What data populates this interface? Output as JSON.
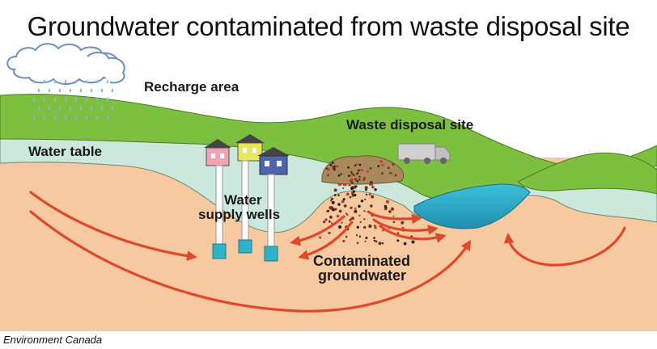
{
  "title": "Groundwater contaminated from waste disposal site",
  "labels": {
    "recharge_area": "Recharge area",
    "waste_disposal_site": "Waste disposal site",
    "water_table": "Water table",
    "water_supply_wells_line1": "Water",
    "water_supply_wells_line2": "supply wells",
    "contaminated_line1": "Contaminated",
    "contaminated_line2": "groundwater"
  },
  "credit": "Environment Canada",
  "colors": {
    "sky": "#ffffff",
    "hill_green": "#7dbf3f",
    "water_table_zone": "#cce8dd",
    "soil": "#f7c9a0",
    "flow_arrow": "#e0482a",
    "lake": "#2fa9c4",
    "waste_pile": "#a88a5c",
    "truck": "#c8c8c8"
  }
}
